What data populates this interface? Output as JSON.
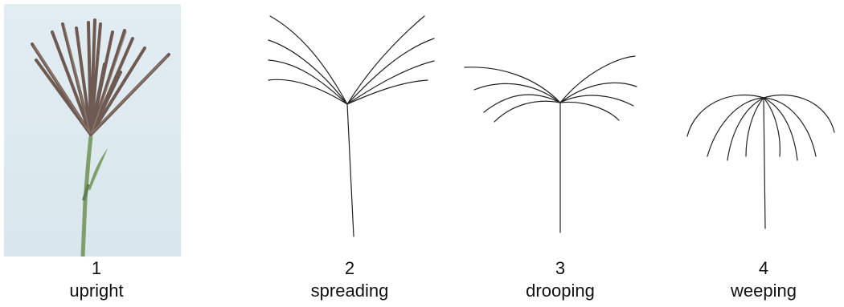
{
  "figure": {
    "panels": [
      {
        "number": "1",
        "label": "upright",
        "style": "photo"
      },
      {
        "number": "2",
        "label": "spreading",
        "style": "drawing"
      },
      {
        "number": "3",
        "label": "drooping",
        "style": "drawing"
      },
      {
        "number": "4",
        "label": "weeping",
        "style": "drawing"
      }
    ],
    "colors": {
      "photo_background": "#dce9ef",
      "stem_green": "#7f9e6a",
      "spike_brown": "#6f5a52",
      "ink": "#222222"
    }
  }
}
